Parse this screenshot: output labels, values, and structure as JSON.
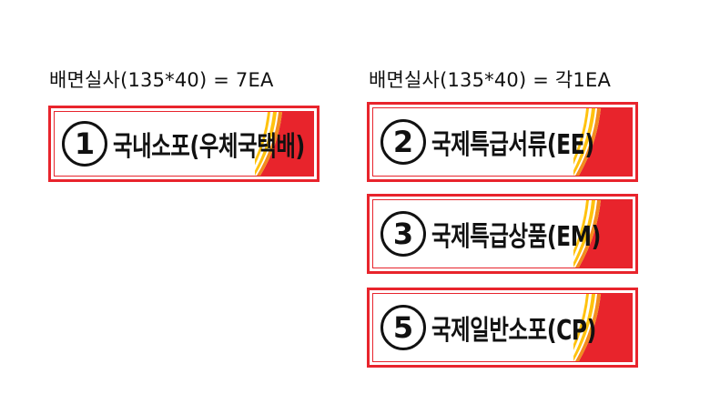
{
  "left_group": {
    "spec": "배면실사(135*40) = 7EA",
    "labels": [
      {
        "number": "1",
        "text": "국내소포(우체국택배)"
      }
    ]
  },
  "right_group": {
    "spec": "배면실사(135*40) = 각1EA",
    "labels": [
      {
        "number": "2",
        "text": "국제특급서류(EE)"
      },
      {
        "number": "3",
        "text": "국제특급상품(EM)"
      },
      {
        "number": "5",
        "text": "국제일반소포(CP)"
      }
    ]
  },
  "colors": {
    "border_red": "#e8242c",
    "stripe_orange": "#f28c1e",
    "stripe_yellow": "#ffc20e",
    "text": "#111111"
  }
}
